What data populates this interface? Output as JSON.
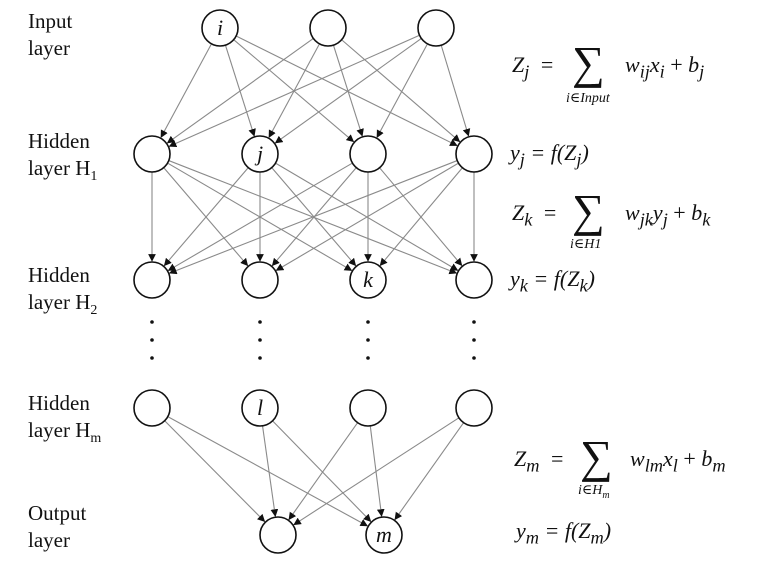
{
  "layers": [
    {
      "line1": "Input",
      "line2": "layer",
      "nodes": 3,
      "special_node": 0,
      "special_label": "i"
    },
    {
      "line1": "Hidden",
      "line2": "layer H",
      "sub": "1",
      "nodes": 4,
      "special_node": 1,
      "special_label": "j"
    },
    {
      "line1": "Hidden",
      "line2": "layer H",
      "sub": "2",
      "nodes": 4,
      "special_node": 2,
      "special_label": "k"
    },
    {
      "line1": "Hidden",
      "line2": "layer H",
      "sub": "m",
      "nodes": 4,
      "special_node": 1,
      "special_label": "l"
    },
    {
      "line1": "Output",
      "line2": "layer",
      "nodes": 2,
      "special_node": 1,
      "special_label": "m"
    }
  ],
  "equations": {
    "zj": {
      "lhs": "Z",
      "lhs_sub": "j",
      "op": "=",
      "term": "w",
      "term_sub": "ij",
      "x": "x",
      "x_sub": "i",
      "plus": "+",
      "b": "b",
      "b_sub": "j",
      "under": "i∈Input"
    },
    "yj": {
      "text": "y",
      "sub": "j",
      "rhs": " = f(Z",
      "rhs_sub": "j",
      "close": ")"
    },
    "zk": {
      "lhs": "Z",
      "lhs_sub": "k",
      "op": "=",
      "term": "w",
      "term_sub": "jk",
      "x": "y",
      "x_sub": "j",
      "plus": "+",
      "b": "b",
      "b_sub": "k",
      "under": "i∈H1"
    },
    "yk": {
      "text": "y",
      "sub": "k",
      "rhs": " = f(Z",
      "rhs_sub": "k",
      "close": ")"
    },
    "zm": {
      "lhs": "Z",
      "lhs_sub": "m",
      "op": "=",
      "term": "w",
      "term_sub": "lm",
      "x": "x",
      "x_sub": "l",
      "plus": "+",
      "b": "b",
      "b_sub": "m",
      "under": "i∈H",
      "under_sub": "m"
    },
    "ym": {
      "text": "y",
      "sub": "m",
      "rhs": " = f(Z",
      "rhs_sub": "m",
      "close": ")"
    }
  },
  "sum_symbol": "∑",
  "ellipsis_symbol": "⋮",
  "colors": {
    "edge": "#8a8a8a",
    "node_stroke": "#111111",
    "text": "#111111"
  }
}
